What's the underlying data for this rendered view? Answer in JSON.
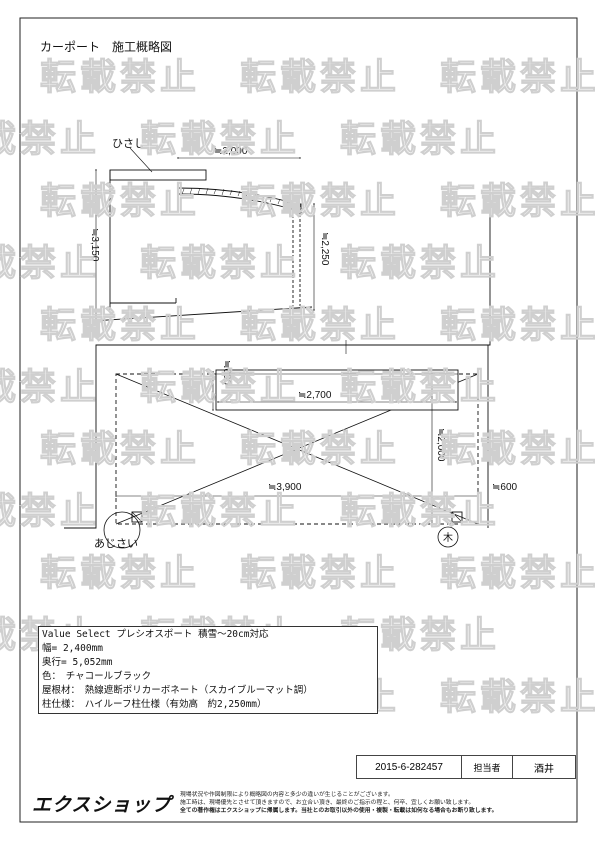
{
  "sheet": {
    "title": "カーポート　施工概略図",
    "watermark_text": "転載禁止"
  },
  "side_view": {
    "canopy_label": "ひさし",
    "dim_width": "≒2,000",
    "dim_height_total": "≒3,150",
    "dim_height_effective": "≒2,250"
  },
  "plan_view": {
    "dim_overhang": "≒600",
    "dim_inner_width": "≒2,700",
    "dim_depth": "≒2,000",
    "dim_total_width": "≒3,900",
    "dim_side_offset": "≒600",
    "label_hydrangea": "あじさい",
    "label_tree": "木"
  },
  "spec": {
    "lines": [
      "Value Select プレシオスポート 積雪～20cm対応",
      "幅= 2,400mm",
      "奥行= 5,052mm",
      "色：　チャコールブラック",
      "屋根材：　熱線遮断ポリカーボネート（スカイブルーマット調）",
      "柱仕様：　ハイルーフ柱仕様（有効高　約2,250mm）"
    ]
  },
  "title_block": {
    "drawing_number": "2015-6-282457",
    "person_label": "担当者",
    "person_name": "酒井",
    "company_logo": "エクスショップ",
    "disclaimer_lines": [
      "現場状況や作図制限により概略図の内容と多少の違いが生じることがございます。",
      "施工時は、現場優先とさせて頂きますので、お立合い頂き、最終のご指示の程と、何卒、宜しくお願い致します。",
      "全ての著作権はエクスショップに帰属します。当社とのお取引以外の使用・複製・転載は如何なる場合もお断り致します。"
    ]
  }
}
